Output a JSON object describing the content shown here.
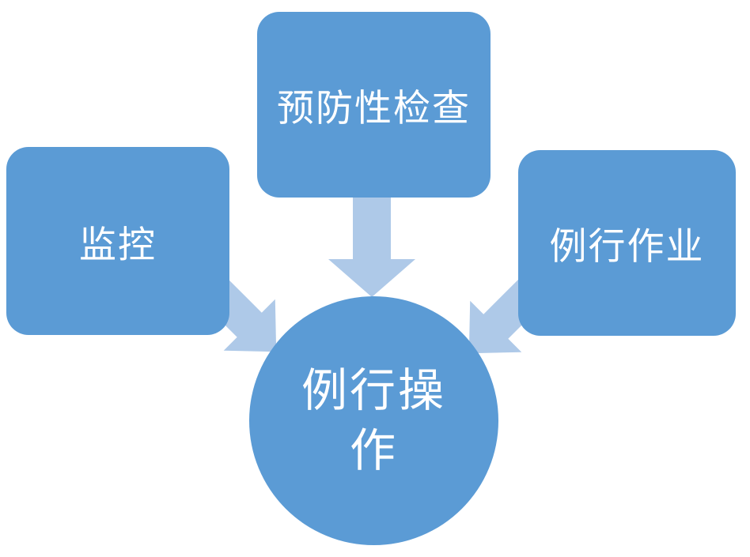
{
  "diagram": {
    "title": "Routine operation inputs diagram",
    "colors": {
      "box": "#5b9bd5",
      "arrow": "#aec9e8",
      "text": "#ffffff",
      "background": "#ffffff"
    },
    "nodes": {
      "top_box": {
        "label": "预防性检查",
        "shape": "rounded-rectangle"
      },
      "left_box": {
        "label": "监控",
        "shape": "rounded-rectangle"
      },
      "right_box": {
        "label": "例行作业",
        "shape": "rounded-rectangle"
      },
      "center_circle": {
        "label": "例行操作",
        "shape": "circle"
      }
    },
    "arrows": [
      {
        "from": "top_box",
        "to": "center_circle",
        "direction": "down"
      },
      {
        "from": "left_box",
        "to": "center_circle",
        "direction": "down-right"
      },
      {
        "from": "right_box",
        "to": "center_circle",
        "direction": "down-left"
      }
    ]
  }
}
